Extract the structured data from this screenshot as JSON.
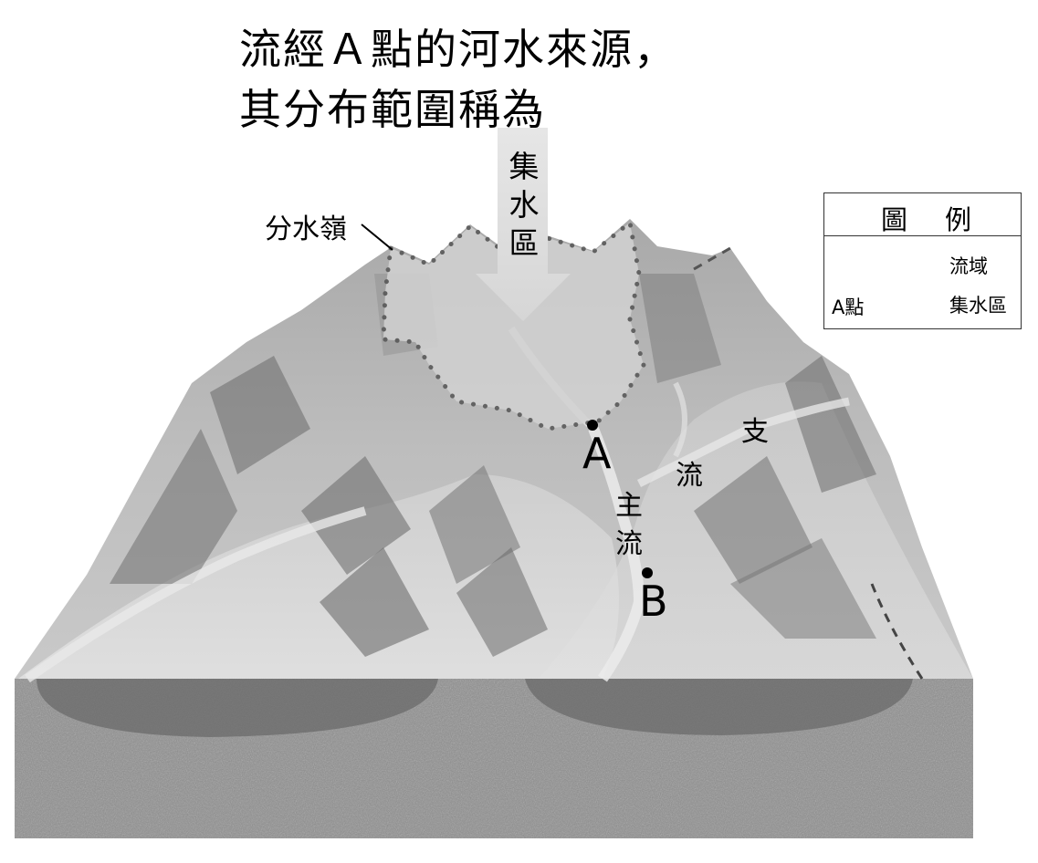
{
  "caption": {
    "line1": "流經Ａ點的河水來源，",
    "line2": "其分布範圍稱為"
  },
  "arrow_label": [
    "集",
    "水",
    "區"
  ],
  "labels": {
    "watershed_divide": "分水嶺",
    "point_a": "A",
    "point_b": "B",
    "main_stream": [
      "主",
      "流"
    ],
    "tributary": [
      "支",
      "流"
    ]
  },
  "legend": {
    "title": [
      "圖",
      "例"
    ],
    "items": [
      {
        "symbol": "dashed-box",
        "label": "流域"
      },
      {
        "symbol": "dotted-box",
        "label": "集水區",
        "prefix": "A點"
      }
    ]
  },
  "colors": {
    "terrain_light": "#c8c8c8",
    "terrain_dark": "#6f6f6f",
    "catchment_fill": "#cfcfcf",
    "dotted_outline": "#555555",
    "soil": "#8c8c8c",
    "arrow": "#dddddd"
  }
}
